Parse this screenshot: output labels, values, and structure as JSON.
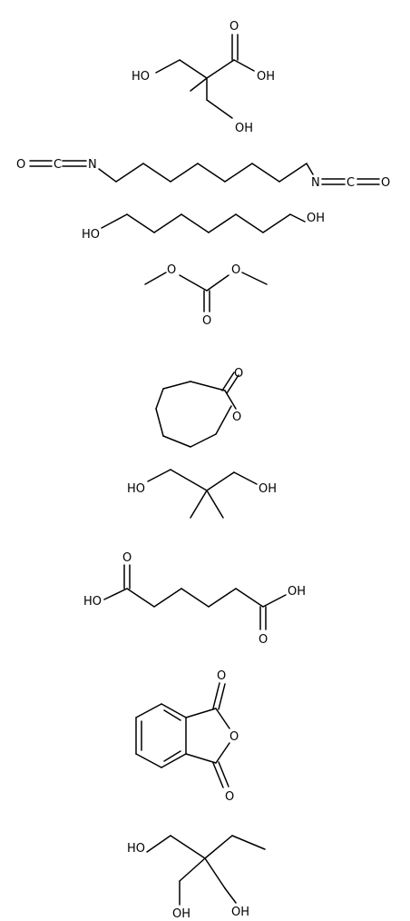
{
  "colors": {
    "background": "#ffffff",
    "ink": "#000000"
  },
  "molecules": [
    {
      "id": "dimethylolpropionic-acid",
      "labels": {
        "oh_top": "O",
        "oh_acid": "OH",
        "oh_left": "HO",
        "oh_bottom": "OH"
      }
    },
    {
      "id": "hexamethylene-diisocyanate",
      "labels": {
        "o_left": "O",
        "c_left": "C",
        "n_left": "N",
        "n_right": "N",
        "c_right": "C",
        "o_right": "O"
      }
    },
    {
      "id": "hexanediol",
      "labels": {
        "ho": "HO",
        "oh": "OH"
      }
    },
    {
      "id": "dimethyl-carbonate",
      "labels": {
        "o_left": "O",
        "o_right": "O",
        "o_bottom": "O"
      }
    },
    {
      "id": "caprolactone",
      "labels": {
        "o_carbonyl": "O",
        "o_ring": "O"
      }
    },
    {
      "id": "neopentyl-glycol",
      "labels": {
        "ho": "HO",
        "oh": "OH"
      }
    },
    {
      "id": "adipic-acid",
      "labels": {
        "o_top": "O",
        "ho": "HO",
        "oh": "OH",
        "o_bottom": "O"
      }
    },
    {
      "id": "phthalic-anhydride",
      "labels": {
        "o_top": "O",
        "o_ring": "O",
        "o_bottom": "O"
      }
    },
    {
      "id": "trimethylolpropane",
      "labels": {
        "ho_top": "HO",
        "oh_bottom_left": "OH",
        "oh_bottom_right": "OH"
      }
    }
  ]
}
